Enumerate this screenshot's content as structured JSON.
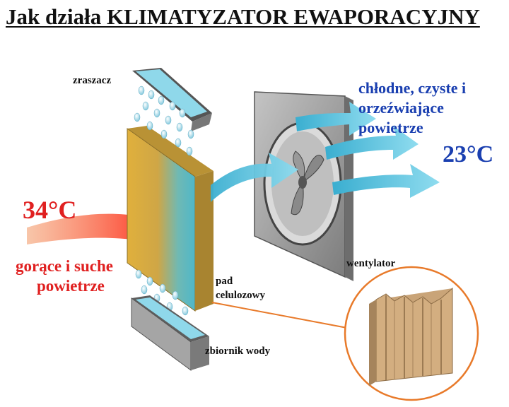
{
  "title": "Jak działa KLIMATYZATOR EWAPORACYJNY",
  "hot_air": {
    "temperature": "34°C",
    "line1": "gorące i suche",
    "line2": "powietrze",
    "color": "#e02020"
  },
  "cold_air": {
    "temperature": "23°C",
    "line1": "chłodne, czyste i",
    "line2": "orzeźwiające",
    "line3": "powietrze",
    "color": "#1a3fb0"
  },
  "components": {
    "sprayer": "zraszacz",
    "fan": "wentylator",
    "pad_line1": "pad",
    "pad_line2": "celulozowy",
    "tank": "zbiornik wody"
  },
  "colors": {
    "water": "#7fd3e6",
    "cool_arrow": "#4fbcd8",
    "pad": "#d9a93a",
    "frame": "#9a9a9a",
    "callout": "#e87a2a"
  }
}
